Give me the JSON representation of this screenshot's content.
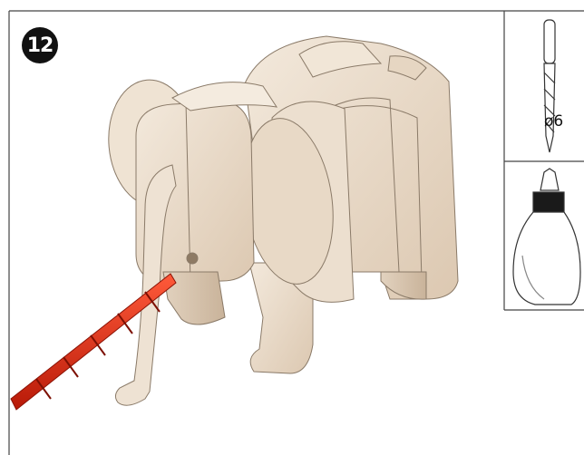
{
  "step": {
    "number": "12"
  },
  "tools": [
    {
      "name": "drill-bit",
      "label": "ø6",
      "icon": "drill-bit-icon"
    },
    {
      "name": "glue-bottle",
      "label": "",
      "icon": "glue-bottle-icon"
    }
  ],
  "colors": {
    "wood": "#ecdfcf",
    "wood_shadow": "#cdb9a2",
    "drill": "#e02a12",
    "outline": "#555555"
  }
}
